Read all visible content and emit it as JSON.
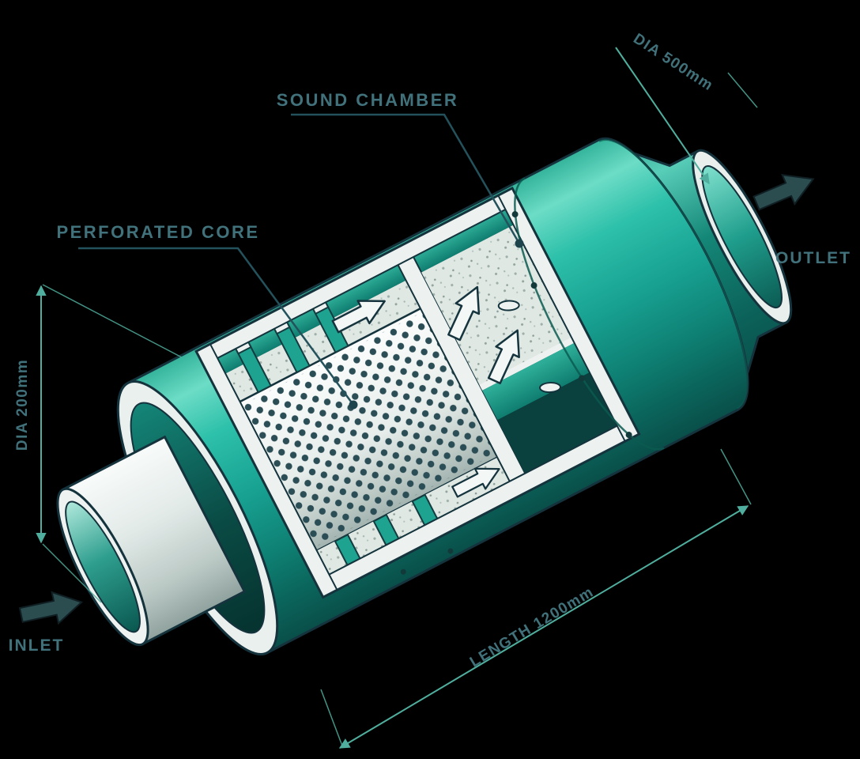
{
  "title": "Industrial duct silencer cutaway diagram",
  "labels": {
    "sound_chamber": "SOUND CHAMBER",
    "perforated_core": "PERFORATED CORE",
    "inlet": "INLET",
    "outlet": "OUTLET"
  },
  "dimensions": {
    "outlet_diameter": "DIA 500mm",
    "inlet_diameter": "DIA 200mm",
    "length": "LENGTH 1200mm"
  },
  "icons": {
    "flow_arrow": "white-flow-arrow",
    "inlet_arrow": "inlet-direction-arrow",
    "outlet_arrow": "outlet-direction-arrow"
  },
  "colors": {
    "background": "#000000",
    "shell_teal": "#1fae9b",
    "shell_highlight": "#6cdcc6",
    "shell_dark": "#094f49",
    "outline": "#15333d",
    "cut_surface": "#edf2f0",
    "annotation_line": "#4fae9d",
    "label_text": "#41727b",
    "leader_line": "#24525c"
  }
}
